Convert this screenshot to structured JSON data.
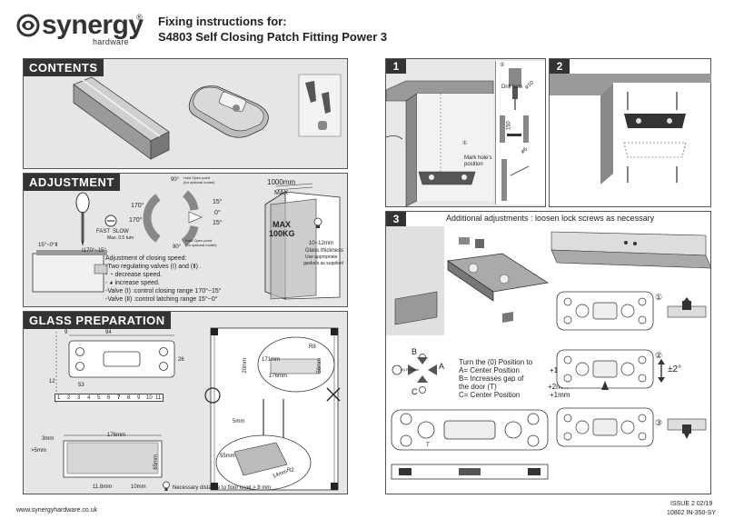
{
  "header": {
    "brand": "synergy",
    "brand_sub": "hardware",
    "registered": "®",
    "title_line1": "Fixing instructions for:",
    "title_line2": "S4803 Self Closing Patch Fitting Power 3"
  },
  "contents": {
    "title": "CONTENTS"
  },
  "adjustment": {
    "title": "ADJUSTMENT",
    "hold_open_top": "Hold Open point",
    "hold_open_top_sub": "(for optional model)",
    "hold_open_bottom": "Hold Open point",
    "hold_open_bottom_sub": "(for optional model)",
    "angle_90_top": "90°",
    "angle_90_bottom": "90°",
    "angle_170_a": "170°",
    "angle_170_b": "170°",
    "angle_15_a": "15°",
    "angle_0": "0°",
    "angle_15_b": "15°",
    "fast": "FAST",
    "slow": "SLOW",
    "max_turn": "Max. 0.5 turn",
    "valve_left_label": "15°~0°Ⅱ",
    "valve_right_label": "Ⅰ170°~15°",
    "door_width": "1000mm",
    "door_max": "MAX",
    "door_weight_1": "MAX",
    "door_weight_2": "100KG",
    "glass_thickness_1": "10~12mm",
    "glass_thickness_2": "Glass thickness",
    "glass_thickness_3": "Use appropriate",
    "glass_thickness_4": "gaskets as supplied",
    "speed_lines": [
      "Adjustment of closing speed:",
      "-Two regulating valves (Ⅰ) and (Ⅱ) .",
      "- ◔ decrease speed.",
      "- ◕ increase speed.",
      "-Valve (Ⅰ) :control closing range 170°~15°",
      "-Valve (Ⅱ) :control latching range 15°~0°"
    ]
  },
  "glass_prep": {
    "title": "GLASS PREPARATION",
    "dim_9": "9",
    "dim_94": "94",
    "dim_26": "26",
    "dim_12": "12",
    "dim_53": "53",
    "ruler": [
      "1",
      "2",
      "3",
      "4",
      "5",
      "6",
      "7",
      "8",
      "9",
      "10",
      "11"
    ],
    "dim_176_a": "176mm",
    "dim_3mm": "3mm",
    "dim_gt5": ">5mm",
    "dim_65": "65mm",
    "dim_11_8": "11.8mm",
    "dim_10mm": "10mm",
    "dim_171": "171mm",
    "dim_176_b": "176mm",
    "dim_r8": "R8",
    "dim_56": "56mm",
    "dim_20": "20mm",
    "dim_5mm": "5mm",
    "dim_55": "55mm",
    "dim_14": "14mm",
    "dim_r2": "R2",
    "floor_note": "Necessary distance to floor level > 8 mm"
  },
  "step1": {
    "num": "1",
    "sub2": "②",
    "sub1": "①",
    "drill_hole": "Drill hole",
    "dia10": "ø10",
    "depth": "150",
    "dia6": "ø6",
    "mark_1": "Mark hole's",
    "mark_2": "position"
  },
  "step2": {
    "num": "2"
  },
  "step3": {
    "num": "3",
    "heading": "Additional adjustments : loosen lock screws as necessary",
    "circle_1": "①",
    "circle_2": "②",
    "circle_3": "③",
    "angle": "±2°",
    "position_label": "(0) Position",
    "lines": [
      "Turn the (0) Position to",
      "A= Center Position",
      "B= Increases gap of",
      "the door  (T)",
      "C= Center Position"
    ],
    "values": [
      "+1mm",
      "+2mm",
      "+1mm"
    ],
    "letter_a": "A",
    "letter_b": "B",
    "letter_c": "C",
    "letter_t": "T"
  },
  "footer": {
    "website": "www.synergyhardware.co.uk",
    "issue": "ISSUE 2 02/19",
    "code": "10802 IN-350-SY"
  }
}
